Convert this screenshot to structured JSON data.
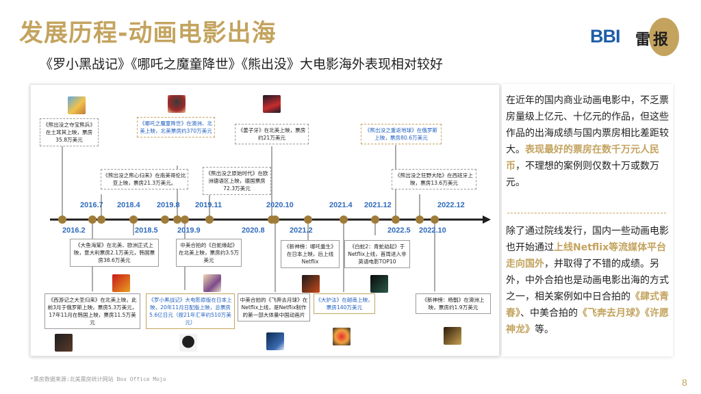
{
  "header": {
    "title": "发展历程-动画电影出海",
    "subtitle": "《罗小黑战记》《哪吒之魔童降世》《熊出没》大电影海外表现相对较好"
  },
  "logo": {
    "brand": "BBI",
    "name": "雷报"
  },
  "timeline": {
    "dates_top": [
      "2016.7",
      "2018.4",
      "2019.8",
      "2019.11",
      "2020.10",
      "2021.4",
      "2021.12",
      "2022.12"
    ],
    "dates_bottom": [
      "2016.2",
      "2018.5",
      "2019.9",
      "2020.8",
      "2021.2",
      "2022.5",
      "2022.10"
    ],
    "events": {
      "e_2016_7": {
        "title": "《熊出没之夺宝熊兵》",
        "text": "在土耳其上映，票房35.8万美元"
      },
      "e_2018_4": {
        "title": "《熊出没之熊心归来》",
        "text": "在南美哥伦比亚上映，票房21.3万美元。"
      },
      "e_2019_8": {
        "title": "《哪吒之魔童降世》",
        "text": "在澳洲、北美上映，北美票房约370万美元"
      },
      "e_2019_11": {
        "title": "《熊出没之原始时代》",
        "text": "在欧洲德语区上映，德国票房72.3万美元"
      },
      "e_2020_10": {
        "title": "《姜子牙》",
        "text": "在北美上映，票房约21万美元"
      },
      "e_2021_12": {
        "title": "《熊出没之重返地球》",
        "text": "在俄罗斯上映，票房80.6万美元"
      },
      "e_2022_12": {
        "title": "《熊出没之狂野大陆》",
        "text": "在西班牙上映，票房13.6万美元"
      },
      "e_2016_2": {
        "title": "《大鱼海棠》",
        "text": "在北美、欧洲正式上映，意大利票房2.1万美元，韩国票房38.6万美元"
      },
      "e_2018_5": {
        "title": "《西游记之大圣归来》",
        "text": "在北美上映，此前3月于俄罗斯上映，票房5.3万美元，17年11月在韩国上映，票房11.5万美元"
      },
      "e_2019_9": {
        "title": "中美合拍的《白蛇缘起》",
        "text": "在北美上映，票房约3.5万美元"
      },
      "e_2019_9b": {
        "title": "《罗小黑战记》",
        "text": "大电影原版在日本上映，20年11月日配版上映，总票房5.6亿日元（按21年汇率约510万美元）"
      },
      "e_2020_8": {
        "title": "中美合拍的《飞奔去月球》",
        "text": "在Netflix上线，是Netflix制作的第一部大体量中国动画片"
      },
      "e_2021_2": {
        "title": "《新神榜：哪吒重生》",
        "text": "在日本上映，后上线Netflix"
      },
      "e_2021_4": {
        "title": "《大护法》",
        "text": "在越南上映，票房140万美元"
      },
      "e_2022_5": {
        "title": "《白蛇2：青蛇劫起》",
        "text": "于Netflix上线，首周进入非英语电影TOP10"
      },
      "e_2022_10": {
        "title": "《新神榜：杨戬》",
        "text": "在澳洲上映，票房约1.9万美元"
      }
    }
  },
  "right_panel": {
    "p1_a": "在近年的国内商业动画电影中，不乏票房量级上亿元、十亿元的作品，但这些作品的出海成绩与国内票房相比差距较大。",
    "p1_hl": "表现最好的票房在数千万元人民币",
    "p1_b": "，不理想的案例则仅数十万或数万元。",
    "p2_a": "除了通过院线发行，国内一些动画电影也开始通过",
    "p2_hl1": "上线Netflix等流媒体平台走向国外",
    "p2_b": "，并取得了不错的成绩。另外，中外合拍也是动画电影出海的方式之一，相关案例如中日合拍的",
    "p2_hl2": "《肆式青春》",
    "p2_c": "、中美合拍的",
    "p2_hl3": "《飞奔去月球》《许愿神龙》",
    "p2_d": "等。"
  },
  "footer": {
    "footnote": "*票房数据来源:北美票房统计网站 Box Office Mojo",
    "page_number": "8"
  },
  "colors": {
    "gold": "#c3a35e",
    "blue": "#2e6bbd",
    "axis": "#1e1e1e",
    "node": "#a07c3a"
  }
}
